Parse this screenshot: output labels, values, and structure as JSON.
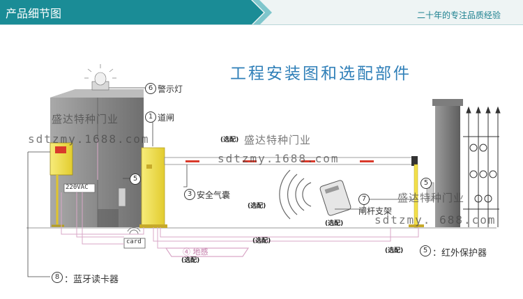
{
  "header": {
    "title": "产品细节图",
    "slogan": "二十年的专注品质经验"
  },
  "diagram": {
    "title": "工程安装图和选配部件",
    "components": [
      {
        "number": "6",
        "label": "警示灯"
      },
      {
        "number": "1",
        "label": "道闸"
      },
      {
        "number": "3",
        "label": "安全气囊"
      },
      {
        "number": "5",
        "label": ""
      },
      {
        "number": "7",
        "label": "闸杆支架"
      },
      {
        "number": "4",
        "label": "地感"
      },
      {
        "number": "5",
        "label": "：红外保护器"
      },
      {
        "number": "8",
        "label": "：蓝牙读卡器"
      }
    ],
    "optional_tag": "(选配)",
    "voltage_label": "220VAC",
    "card_label": "card"
  },
  "watermarks": {
    "company": "盛达特种门业",
    "url": "sdtzmy.1688.com",
    "url_partial": "sdtzmy.  688.com"
  },
  "colors": {
    "header_teal": "#1a8c96",
    "title_blue": "#2f7fb8",
    "gate_yellow": "#f2e04a",
    "boom_red": "#d93a2b",
    "wire_pink": "#d9a7c7",
    "building_gray": "#8a8a8a"
  }
}
